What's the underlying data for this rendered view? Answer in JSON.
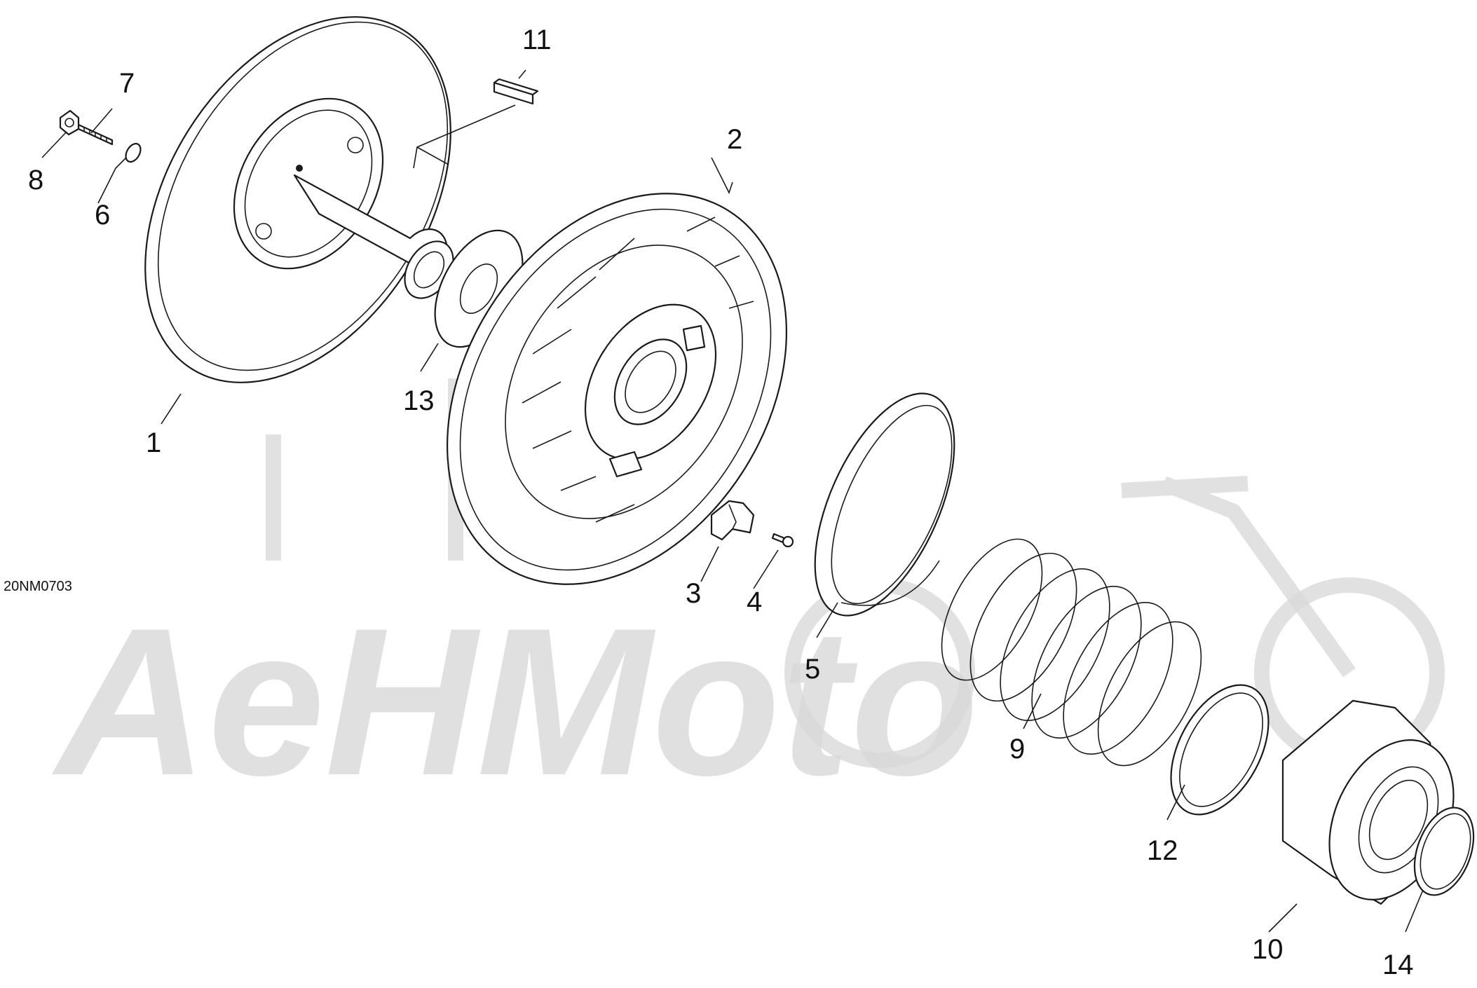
{
  "diagram": {
    "code": "20NM0703",
    "watermark": "AeHMoto",
    "callouts": [
      "1",
      "2",
      "3",
      "4",
      "5",
      "6",
      "7",
      "8",
      "9",
      "10",
      "11",
      "12",
      "13",
      "14"
    ]
  },
  "colors": {
    "line": "#1a1a1a",
    "watermark": "#d9d9d9"
  }
}
